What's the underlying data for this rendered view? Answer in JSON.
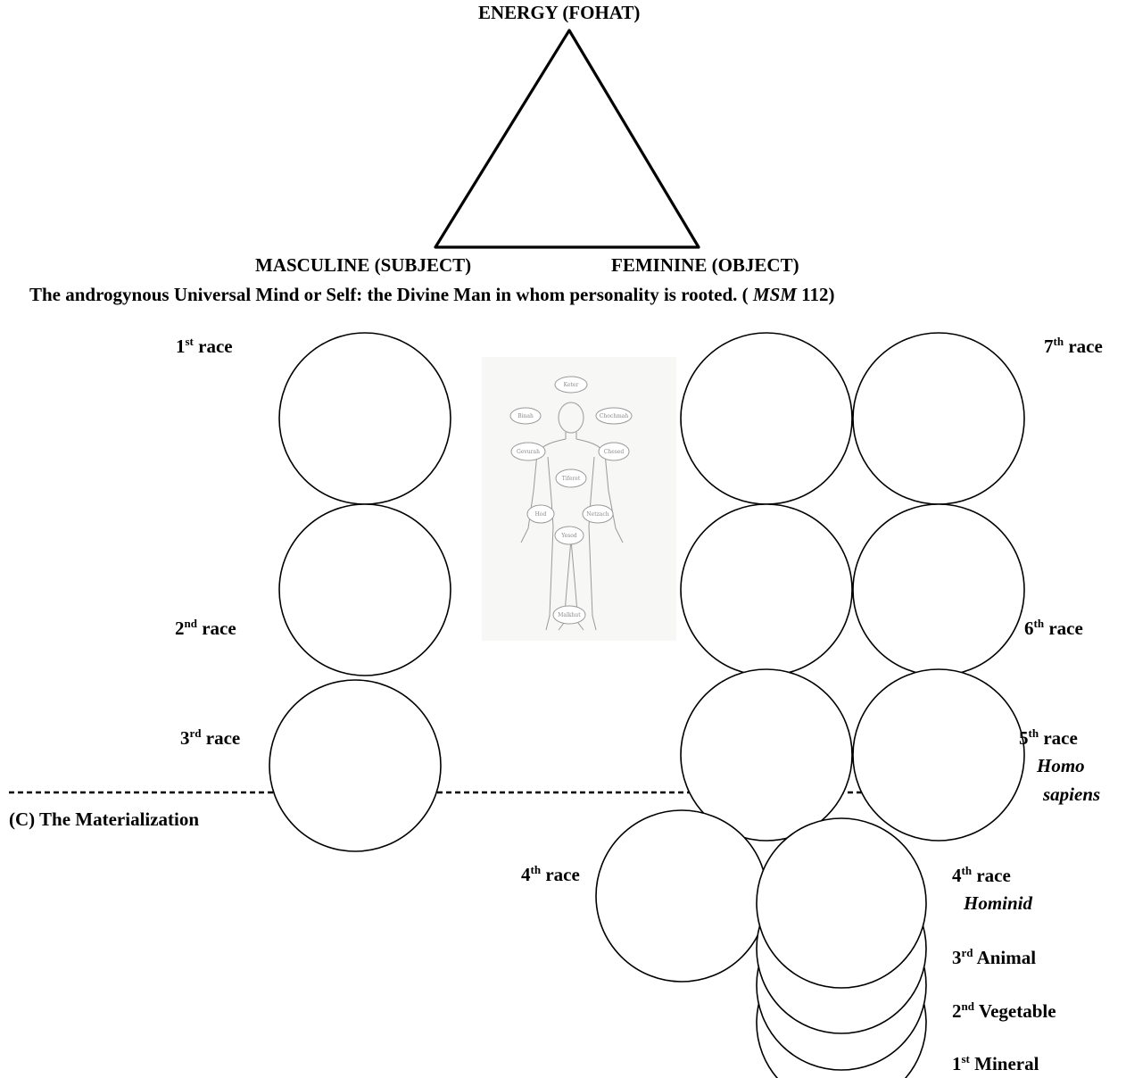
{
  "triangle": {
    "apex_label": "ENERGY (FOHAT)",
    "left_label": "MASCULINE (SUBJECT)",
    "right_label": "FEMININE (OBJECT)"
  },
  "caption": {
    "text_before": "The androgynous Universal Mind or Self: the Divine Man in whom personality is rooted. ( ",
    "italic": "MSM",
    "text_after": " 112)"
  },
  "races_left": [
    {
      "num": "1",
      "sup": "st",
      "label": " race"
    },
    {
      "num": "2",
      "sup": "nd",
      "label": " race"
    },
    {
      "num": "3",
      "sup": "rd",
      "label": " race"
    }
  ],
  "races_right": [
    {
      "num": "7",
      "sup": "th",
      "label": " race"
    },
    {
      "num": "6",
      "sup": "th",
      "label": " race"
    },
    {
      "num": "5",
      "sup": "th",
      "label": " race",
      "sub1": "Homo",
      "sub2": "sapiens"
    }
  ],
  "fourth_race_left": {
    "num": "4",
    "sup": "th",
    "label": " race"
  },
  "fourth_race_right": {
    "num": "4",
    "sup": "th",
    "label": " race",
    "sub": "Hominid"
  },
  "kingdoms": [
    {
      "num": "3",
      "sup": "rd",
      "label": " Animal"
    },
    {
      "num": "2",
      "sup": "nd",
      "label": " Vegetable"
    },
    {
      "num": "1",
      "sup": "st",
      "label": " Mineral"
    }
  ],
  "divider_label": "(C) The Materialization",
  "sefirot": [
    "Keter",
    "Binah",
    "Chochmah",
    "Gevurah",
    "Chesed",
    "Tiferet",
    "Hod",
    "Netzach",
    "Yesod",
    "Malkhut"
  ]
}
